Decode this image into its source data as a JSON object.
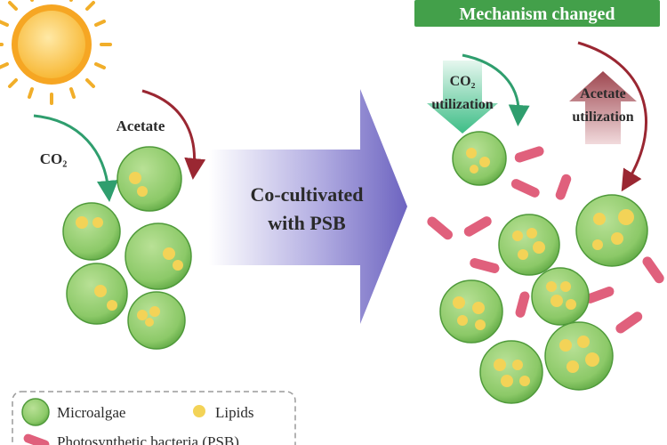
{
  "header": {
    "badge_label": "Mechanism changed",
    "badge_color": "#43a04a"
  },
  "left": {
    "sun_icon": "sun-icon",
    "co2_label": "CO₂",
    "acetate_label": "Acetate"
  },
  "center": {
    "arrow_label_line1": "Co-cultivated",
    "arrow_label_line2": "with PSB",
    "arrow_color": "#7b73c6"
  },
  "right": {
    "co2_util_line1": "CO₂",
    "co2_util_line2": "utilization",
    "acetate_util_line1": "Acetate",
    "acetate_util_line2": "utilization",
    "co2_arrow_color": "#4fc48f",
    "acetate_arrow_color": "#a65258"
  },
  "legend": {
    "microalgae_label": "Microalgae",
    "lipids_label": "Lipids",
    "psb_label": "Photosynthetic bacteria (PSB)",
    "microalgae_color": "#8cc968",
    "lipid_color": "#f3d357",
    "psb_color": "#e0607c"
  }
}
